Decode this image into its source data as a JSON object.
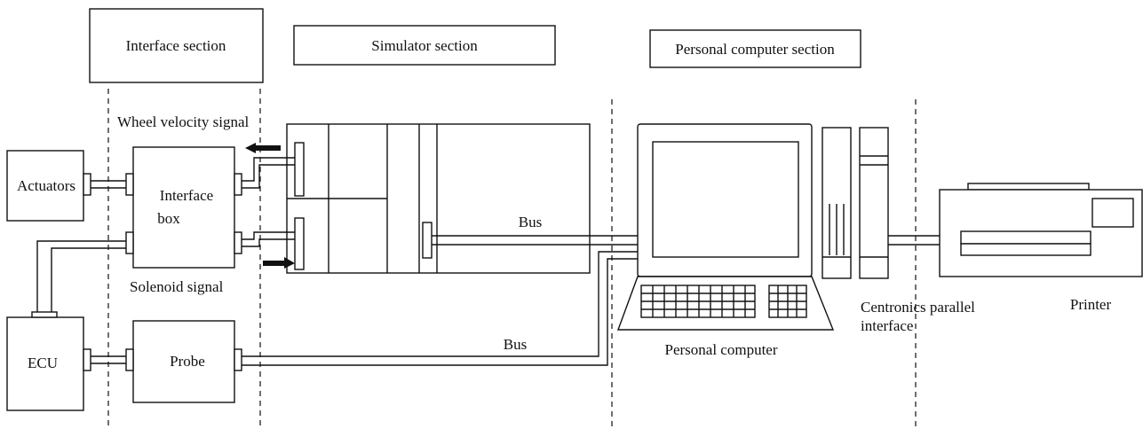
{
  "sections": {
    "interface": "Interface section",
    "simulator": "Simulator section",
    "pc": "Personal computer section"
  },
  "labels": {
    "wheel_velocity": "Wheel velocity signal",
    "solenoid": "Solenoid signal",
    "actuators": "Actuators",
    "interface_box_line1": "Interface",
    "interface_box_line2": "box",
    "ecu": "ECU",
    "probe": "Probe",
    "bus_upper": "Bus",
    "bus_lower": "Bus",
    "personal_computer": "Personal computer",
    "centronics_line1": "Centronics parallel",
    "centronics_line2": "interface",
    "printer": "Printer"
  }
}
